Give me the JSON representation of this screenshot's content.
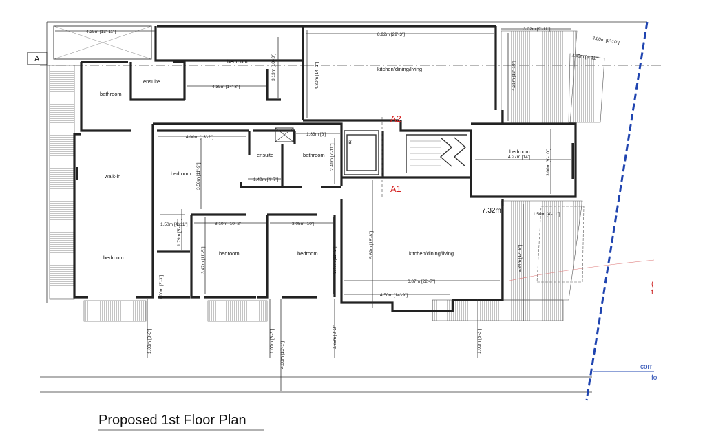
{
  "title": "Proposed 1st Floor Plan",
  "grid_marker": "A",
  "sections": {
    "a1": "A1",
    "a2": "A2"
  },
  "overall_dim": "7.32m",
  "edge_text": {
    "blue_1": "corr",
    "blue_2": "fo",
    "red_1": "(",
    "red_2": "t"
  },
  "rooms": {
    "bedroom_top": "bedroom",
    "ensuite_top": "ensuite",
    "bathroom_left": "bathroom",
    "kitchen_top": "kitchen/dining/living",
    "walkin": "walk-in",
    "bedroom_left": "bedroom",
    "bedroom_mid": "bedroom",
    "ensuite_mid": "ensuite",
    "bathroom_mid": "bathroom",
    "lift": "lift",
    "bedroom_right": "bedroom",
    "bedroom_small1": "bedroom",
    "bedroom_small2": "bedroom",
    "kitchen_bottom": "kitchen/dining/living"
  },
  "dimensions": {
    "d1": "4.25m [13'-11\"]",
    "d2": "8.92m [29'-3\"]",
    "d3": "3.02m [9'-11\"]",
    "d4": "3.00m [9'-10\"]",
    "d5": "1.50m [4'-11\"]",
    "d6": "3.13m [10'-3\"]",
    "d7": "4.35m [14'-3\"]",
    "d8": "4.30m [14'-1\"]",
    "d9": "4.21m [13'-10\"]",
    "d10": "4.00m [13'-2\"]",
    "d11": "1.83m [6']",
    "d12": "2.41m [7'-11\"]",
    "d13": "3.58m [11'-9\"]",
    "d14": "1.40m [4'-7\"]",
    "d15": "4.27m [14']",
    "d16": "3.00m [9'-10\"]",
    "d17": "1.50m [4'-11\"]",
    "d18": "3.10m [10'-2\"]",
    "d19": "3.05m [10']",
    "d20": "1.50m [4'-11\"]",
    "d21": "1.79m [5'-10\"]",
    "d22": "3.47m [11'-5\"]",
    "d23": "3.47m [11'-5\"]",
    "d24": "5.69m [18'-8\"]",
    "d25": "5.34m [17'-6\"]",
    "d26": "6.87m [22'-7\"]",
    "d27": "4.50m [14'-9\"]",
    "d28": "1.00m [3'-3\"]",
    "d29": "1.00m [3'-3\"]",
    "d30": "1.00m [3'-3\"]",
    "d31": "4.00m [13'-1\"]",
    "d32": "0.65m [2'-2\"]",
    "d33": "1.00m [3'-3\"]"
  }
}
